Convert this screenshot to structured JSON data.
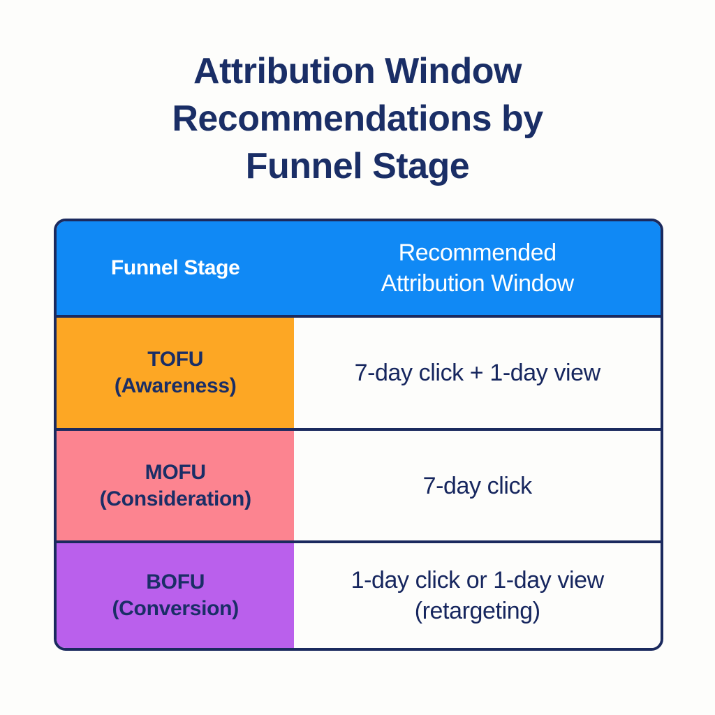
{
  "page": {
    "background_color": "#fdfdfb",
    "title_lines": [
      "Attribution Window",
      "Recommendations by",
      "Funnel Stage"
    ],
    "title_color": "#1a2e66"
  },
  "table": {
    "border_color": "#1b2a5e",
    "header": {
      "background_color": "#1089f5",
      "text_color": "#ffffff",
      "columns": [
        {
          "label": "Funnel Stage",
          "label_line2": ""
        },
        {
          "label": "Recommended",
          "label_line2": "Attribution Window"
        }
      ]
    },
    "rows": [
      {
        "stage_name": "TOFU",
        "stage_sub": "(Awareness)",
        "stage_color": "#fda724",
        "window_line1": "7-day click + 1-day view",
        "window_line2": ""
      },
      {
        "stage_name": "MOFU",
        "stage_sub": "(Consideration)",
        "stage_color": "#fc8490",
        "window_line1": "7-day click",
        "window_line2": ""
      },
      {
        "stage_name": "BOFU",
        "stage_sub": "(Conversion)",
        "stage_color": "#ba60ec",
        "window_line1": "1-day click or 1-day view",
        "window_line2": "(retargeting)"
      }
    ]
  },
  "chart_data": {
    "type": "table",
    "title": "Attribution Window Recommendations by Funnel Stage",
    "columns": [
      "Funnel Stage",
      "Recommended Attribution Window"
    ],
    "rows": [
      [
        "TOFU (Awareness)",
        "7-day click + 1-day view"
      ],
      [
        "MOFU (Consideration)",
        "7-day click"
      ],
      [
        "BOFU (Conversion)",
        "1-day click or 1-day view (retargeting)"
      ]
    ]
  }
}
